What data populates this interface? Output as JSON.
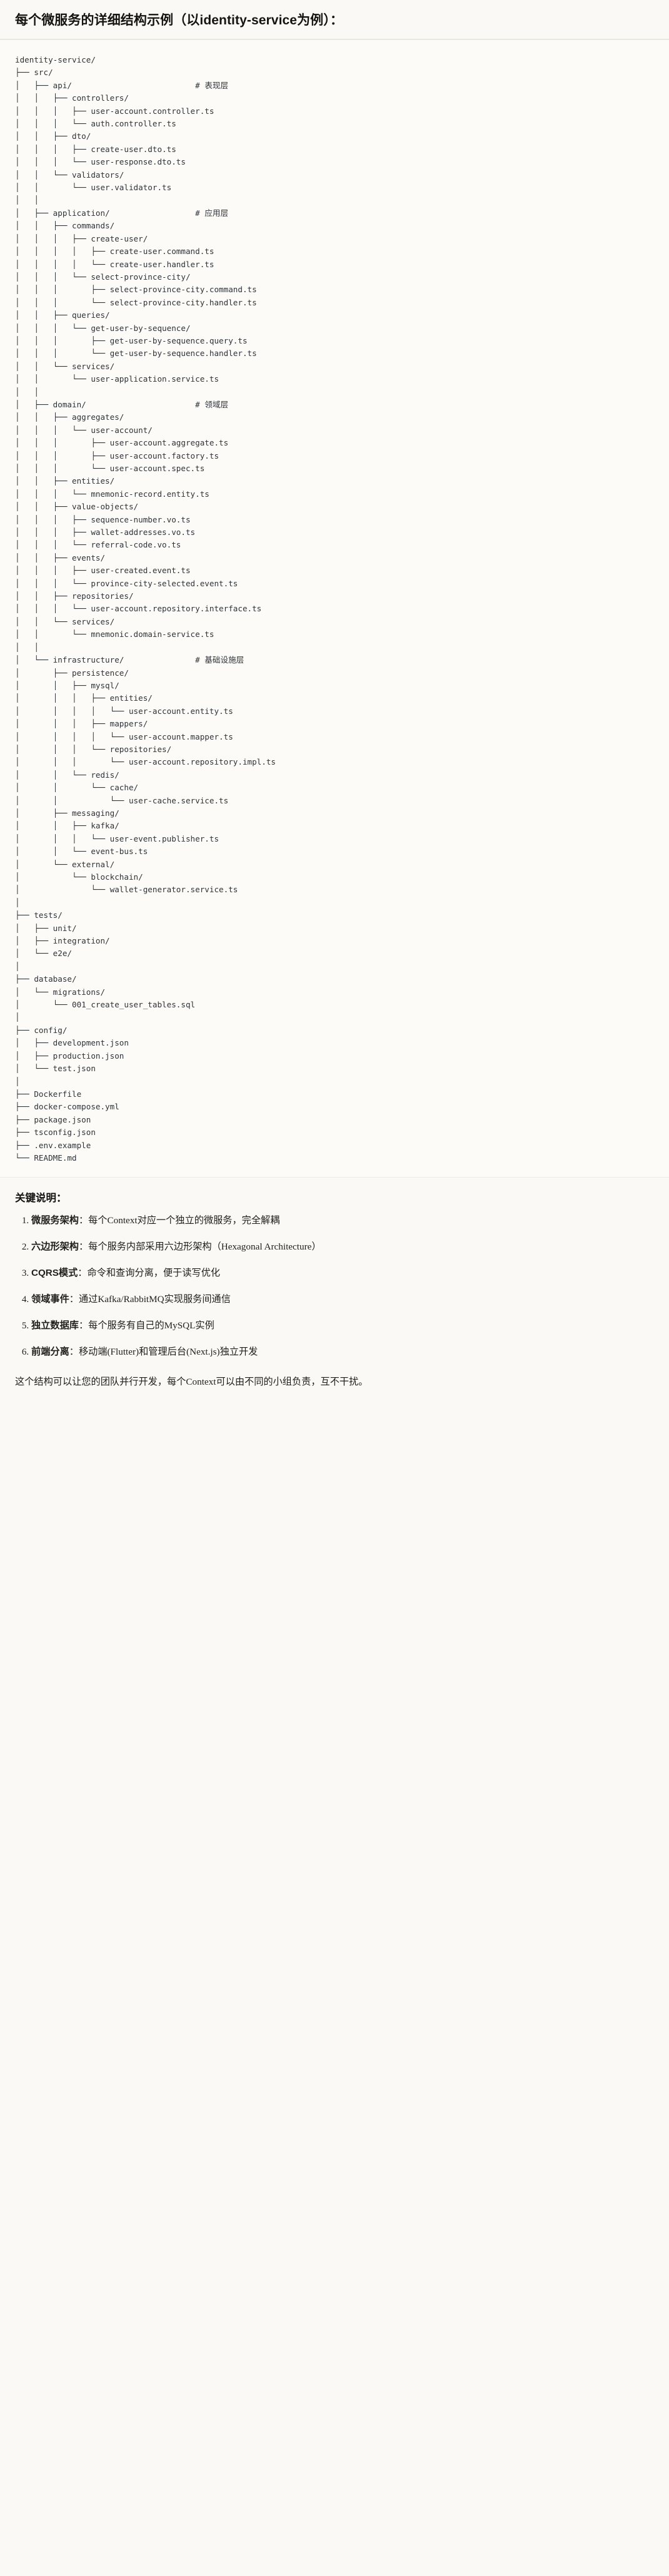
{
  "document": {
    "title_prefix": "每个微服务的详细结构示例",
    "title_paren": "（以identity-service为例）：",
    "title_full": "每个微服务的详细结构示例（以identity-service为例）："
  },
  "tree": {
    "root": "identity-service/",
    "comments": {
      "api": "# 表现层",
      "application": "# 应用层",
      "domain": "# 领域层",
      "infrastructure": "# 基础设施层"
    },
    "text": "identity-service/\n├── src/\n│   ├── api/                          # 表现层\n│   │   ├── controllers/\n│   │   │   ├── user-account.controller.ts\n│   │   │   └── auth.controller.ts\n│   │   ├── dto/\n│   │   │   ├── create-user.dto.ts\n│   │   │   └── user-response.dto.ts\n│   │   └── validators/\n│   │       └── user.validator.ts\n│   │\n│   ├── application/                  # 应用层\n│   │   ├── commands/\n│   │   │   ├── create-user/\n│   │   │   │   ├── create-user.command.ts\n│   │   │   │   └── create-user.handler.ts\n│   │   │   └── select-province-city/\n│   │   │       ├── select-province-city.command.ts\n│   │   │       └── select-province-city.handler.ts\n│   │   ├── queries/\n│   │   │   └── get-user-by-sequence/\n│   │   │       ├── get-user-by-sequence.query.ts\n│   │   │       └── get-user-by-sequence.handler.ts\n│   │   └── services/\n│   │       └── user-application.service.ts\n│   │\n│   ├── domain/                       # 领域层\n│   │   ├── aggregates/\n│   │   │   └── user-account/\n│   │   │       ├── user-account.aggregate.ts\n│   │   │       ├── user-account.factory.ts\n│   │   │       └── user-account.spec.ts\n│   │   ├── entities/\n│   │   │   └── mnemonic-record.entity.ts\n│   │   ├── value-objects/\n│   │   │   ├── sequence-number.vo.ts\n│   │   │   ├── wallet-addresses.vo.ts\n│   │   │   └── referral-code.vo.ts\n│   │   ├── events/\n│   │   │   ├── user-created.event.ts\n│   │   │   └── province-city-selected.event.ts\n│   │   ├── repositories/\n│   │   │   └── user-account.repository.interface.ts\n│   │   └── services/\n│   │       └── mnemonic.domain-service.ts\n│   │\n│   └── infrastructure/               # 基础设施层\n│       ├── persistence/\n│       │   ├── mysql/\n│       │   │   ├── entities/\n│       │   │   │   └── user-account.entity.ts\n│       │   │   ├── mappers/\n│       │   │   │   └── user-account.mapper.ts\n│       │   │   └── repositories/\n│       │   │       └── user-account.repository.impl.ts\n│       │   └── redis/\n│       │       └── cache/\n│       │           └── user-cache.service.ts\n│       ├── messaging/\n│       │   ├── kafka/\n│       │   │   └── user-event.publisher.ts\n│       │   └── event-bus.ts\n│       └── external/\n│           └── blockchain/\n│               └── wallet-generator.service.ts\n│\n├── tests/\n│   ├── unit/\n│   ├── integration/\n│   └── e2e/\n│\n├── database/\n│   └── migrations/\n│       └── 001_create_user_tables.sql\n│\n├── config/\n│   ├── development.json\n│   ├── production.json\n│   └── test.json\n│\n├── Dockerfile\n├── docker-compose.yml\n├── package.json\n├── tsconfig.json\n├── .env.example\n└── README.md"
  },
  "keypoints": {
    "heading": "关键说明：",
    "items": [
      {
        "term": "微服务架构",
        "sep": "：",
        "desc": "每个Context对应一个独立的微服务，完全解耦"
      },
      {
        "term": "六边形架构",
        "sep": "：",
        "desc": "每个服务内部采用六边形架构（Hexagonal Architecture）"
      },
      {
        "term": "CQRS模式",
        "sep": "：",
        "desc": "命令和查询分离，便于读写优化"
      },
      {
        "term": "领域事件",
        "sep": "：",
        "desc": "通过Kafka/RabbitMQ实现服务间通信"
      },
      {
        "term": "独立数据库",
        "sep": "：",
        "desc": "每个服务有自己的MySQL实例"
      },
      {
        "term": "前端分离",
        "sep": "：",
        "desc": "移动端(Flutter)和管理后台(Next.js)独立开发"
      }
    ],
    "closing": "这个结构可以让您的团队并行开发，每个Context可以由不同的小组负责，互不干扰。"
  },
  "colors": {
    "page_background": "#faf9f5",
    "code_background": "#fcfbf8",
    "text": "#1f1f1d",
    "code_text": "#2e3338",
    "comment_text": "#6b7177",
    "rule": "#e6e3da"
  }
}
